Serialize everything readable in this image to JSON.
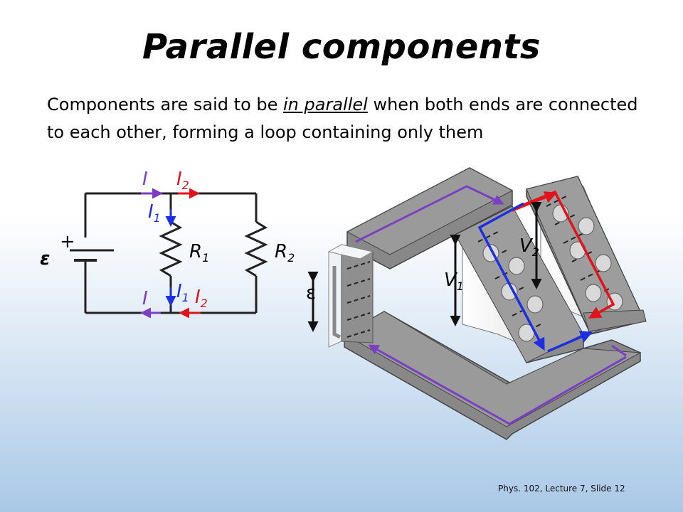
{
  "slide": {
    "title": "Parallel components",
    "text_before": "Components are said to be ",
    "text_emph": "in parallel",
    "text_after": " when both ends are connected to each other, forming a loop containing only them",
    "footer": "Phys. 102, Lecture 7, Slide 12"
  },
  "circuit": {
    "current_main": "I",
    "current_1": "I",
    "current_2": "I",
    "sub_1": "1",
    "sub_2": "2",
    "resistor_1": "R",
    "resistor_2": "R",
    "emf": "ε",
    "plus": "+"
  },
  "model3d": {
    "emf": "ε",
    "voltage_1": "V",
    "voltage_2": "V",
    "sub_1": "1",
    "sub_2": "2"
  },
  "colors": {
    "total_current": "#7a3fc4",
    "current_1": "#1d2fe0",
    "current_2": "#e0141b",
    "wire": "#222222",
    "track": "#8a8a8a"
  }
}
